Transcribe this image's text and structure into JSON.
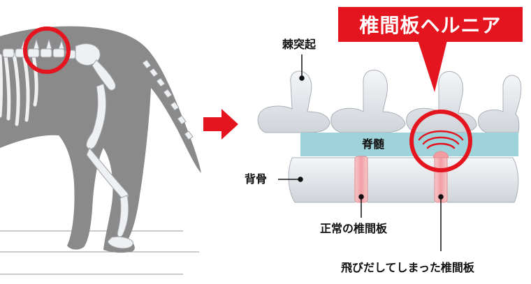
{
  "title": "椎間板ヘルニア",
  "labels": {
    "spinous_process": "棘突起",
    "spinal_cord": "脊髄",
    "vertebra": "背骨",
    "normal_disc": "正常の椎間板",
    "herniated_disc": "飛びだしてしまった椎間板"
  },
  "colors": {
    "accent_red": "#e4151f",
    "dog_silhouette": "#8a8a8a",
    "bone": "#e8ebef",
    "spinal_cord": "#9fd3dc",
    "disc": "#f2b5b8"
  },
  "icons": {
    "arrow": "right-arrow-icon"
  }
}
